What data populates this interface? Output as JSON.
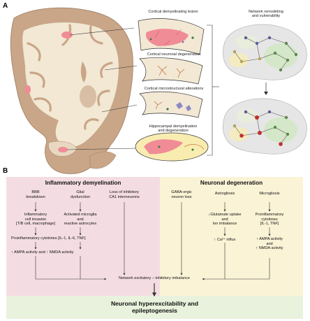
{
  "panel_a": {
    "letter": "A",
    "labels": {
      "cortical_lesion": "Cortical demyelinating lesion",
      "neuronal_degeneration": "Cortical neuronal degeneration",
      "microstructural": "Cortical microstructural alterations",
      "hippocampal_line1": "Hippocampal demyelination",
      "hippocampal_line2": "and degeneration",
      "network_line1": "Network remodeling",
      "network_line2": "and vulnerability"
    }
  },
  "panel_b": {
    "letter": "B",
    "left_header": "Inflammatory demyelination",
    "right_header": "Neuronal degeneration",
    "bbb": [
      "BBB",
      "breakdown"
    ],
    "glial": [
      "Glial",
      "dysfunction"
    ],
    "loss_inhib": [
      "Loss of inhibitory",
      "CA1 interneurons"
    ],
    "gaba": [
      "GABA-ergic",
      "neuron loss"
    ],
    "astrogliosis": "Astrogliosis",
    "microgliosis": "Microgliosis",
    "invasion": [
      "Inflammatory",
      "cell invasion",
      "[T/B cell, macrophage]"
    ],
    "activated": [
      "Activated microglia",
      "and",
      "reactive astrocytes"
    ],
    "glutamate": [
      "↓Glutamate uptake",
      "and",
      "Ion imbalance"
    ],
    "proinflam_right": [
      "Proinflammatory",
      "cytokines",
      "[IL-1, TNF]"
    ],
    "proinflam_left": "Proinflammatory cytokines [IL-1, IL-6, TNF]",
    "ampa_left": "↑ AMPA activity and ↑ NMDA activity",
    "calcium": "↑ Ca²⁺ influx",
    "ampa_right": [
      "↑ AMPA activity",
      "and",
      "↑ NMDA activity"
    ],
    "network": "Network excitatory – inhibitory imbalance",
    "conclusion": [
      "Neuronal hyperexcitability and",
      "epileptogenesis"
    ]
  },
  "colors": {
    "pink_panel": "#f4dde2",
    "yellow_panel": "#fbf3d6",
    "green_panel": "#e9f2dc",
    "brain_fill": "#c9a688",
    "brain_inner": "#f2e8d4",
    "lesion": "#f08c96"
  }
}
